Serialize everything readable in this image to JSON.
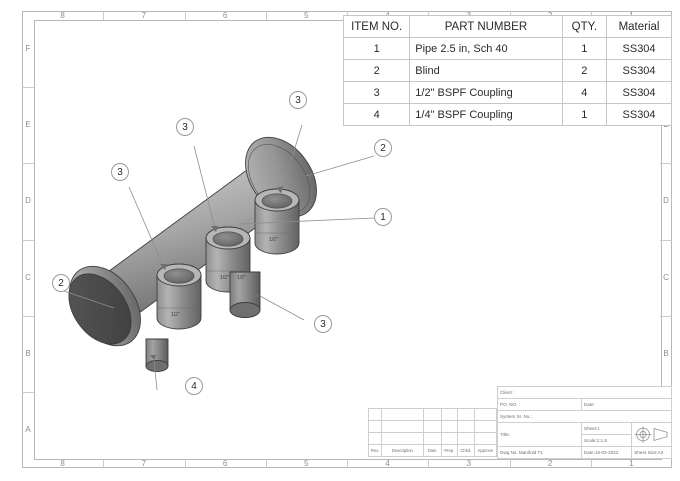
{
  "sheet": {
    "zones_horizontal": [
      "8",
      "7",
      "6",
      "5",
      "4",
      "3",
      "2",
      "1"
    ],
    "zones_vertical": [
      "F",
      "E",
      "D",
      "C",
      "B",
      "A"
    ]
  },
  "bom": {
    "headers": {
      "item": "ITEM NO.",
      "part": "PART NUMBER",
      "qty": "QTY.",
      "material": "Material"
    },
    "rows": [
      {
        "item": "1",
        "part": "Pipe 2.5 in, Sch 40",
        "qty": "1",
        "material": "SS304"
      },
      {
        "item": "2",
        "part": "Blind",
        "qty": "2",
        "material": "SS304"
      },
      {
        "item": "3",
        "part": "1/2\" BSPF Coupling",
        "qty": "4",
        "material": "SS304"
      },
      {
        "item": "4",
        "part": "1/4\" BSPF Coupling",
        "qty": "1",
        "material": "SS304"
      }
    ]
  },
  "model": {
    "description": "isometric-manifold-pipe-assembly",
    "balloons": [
      {
        "id": "balloon-3-left",
        "label": "3"
      },
      {
        "id": "balloon-3-middle",
        "label": "3"
      },
      {
        "id": "balloon-3-right",
        "label": "3"
      },
      {
        "id": "balloon-2-right-end",
        "label": "2"
      },
      {
        "id": "balloon-1-body",
        "label": "1"
      },
      {
        "id": "balloon-2-left-end",
        "label": "2"
      },
      {
        "id": "balloon-3-bottom",
        "label": "3"
      },
      {
        "id": "balloon-4-bottom",
        "label": "4"
      }
    ],
    "colors": {
      "pipe_light": "#c9c9c9",
      "pipe_mid": "#9a9a9a",
      "pipe_dark": "#6f6f6f",
      "blind_face": "#4a4a4a",
      "outline": "#3d3d3d"
    }
  },
  "title_block": {
    "client_label": "Client :",
    "po_label": "PO. NO. :",
    "date_label": "Date:",
    "system_label": "System Sr. No.:",
    "title_label": "Title:",
    "sheet_label": "Sheet:1",
    "scale_label": "Scale:1:1.5",
    "dwg_no_label": "Dwg No. Manifold T1",
    "date_value_label": "Date:16-02-2022",
    "sheet_size_label": "Sheet Size:A3",
    "projection_symbol": "first-angle-projection-symbol"
  },
  "revision_table": {
    "headers": {
      "rev": "Rev.",
      "description": "Description",
      "date": "Date",
      "prep": "Prep.",
      "chkd": "Chkd.",
      "approve": "Approve"
    },
    "rows": [
      {
        "rev": "",
        "description": "",
        "date": "",
        "prep": "",
        "chkd": "",
        "approve": ""
      },
      {
        "rev": "",
        "description": "",
        "date": "",
        "prep": "",
        "chkd": "",
        "approve": ""
      },
      {
        "rev": "",
        "description": "",
        "date": "",
        "prep": "",
        "chkd": "",
        "approve": ""
      }
    ]
  }
}
